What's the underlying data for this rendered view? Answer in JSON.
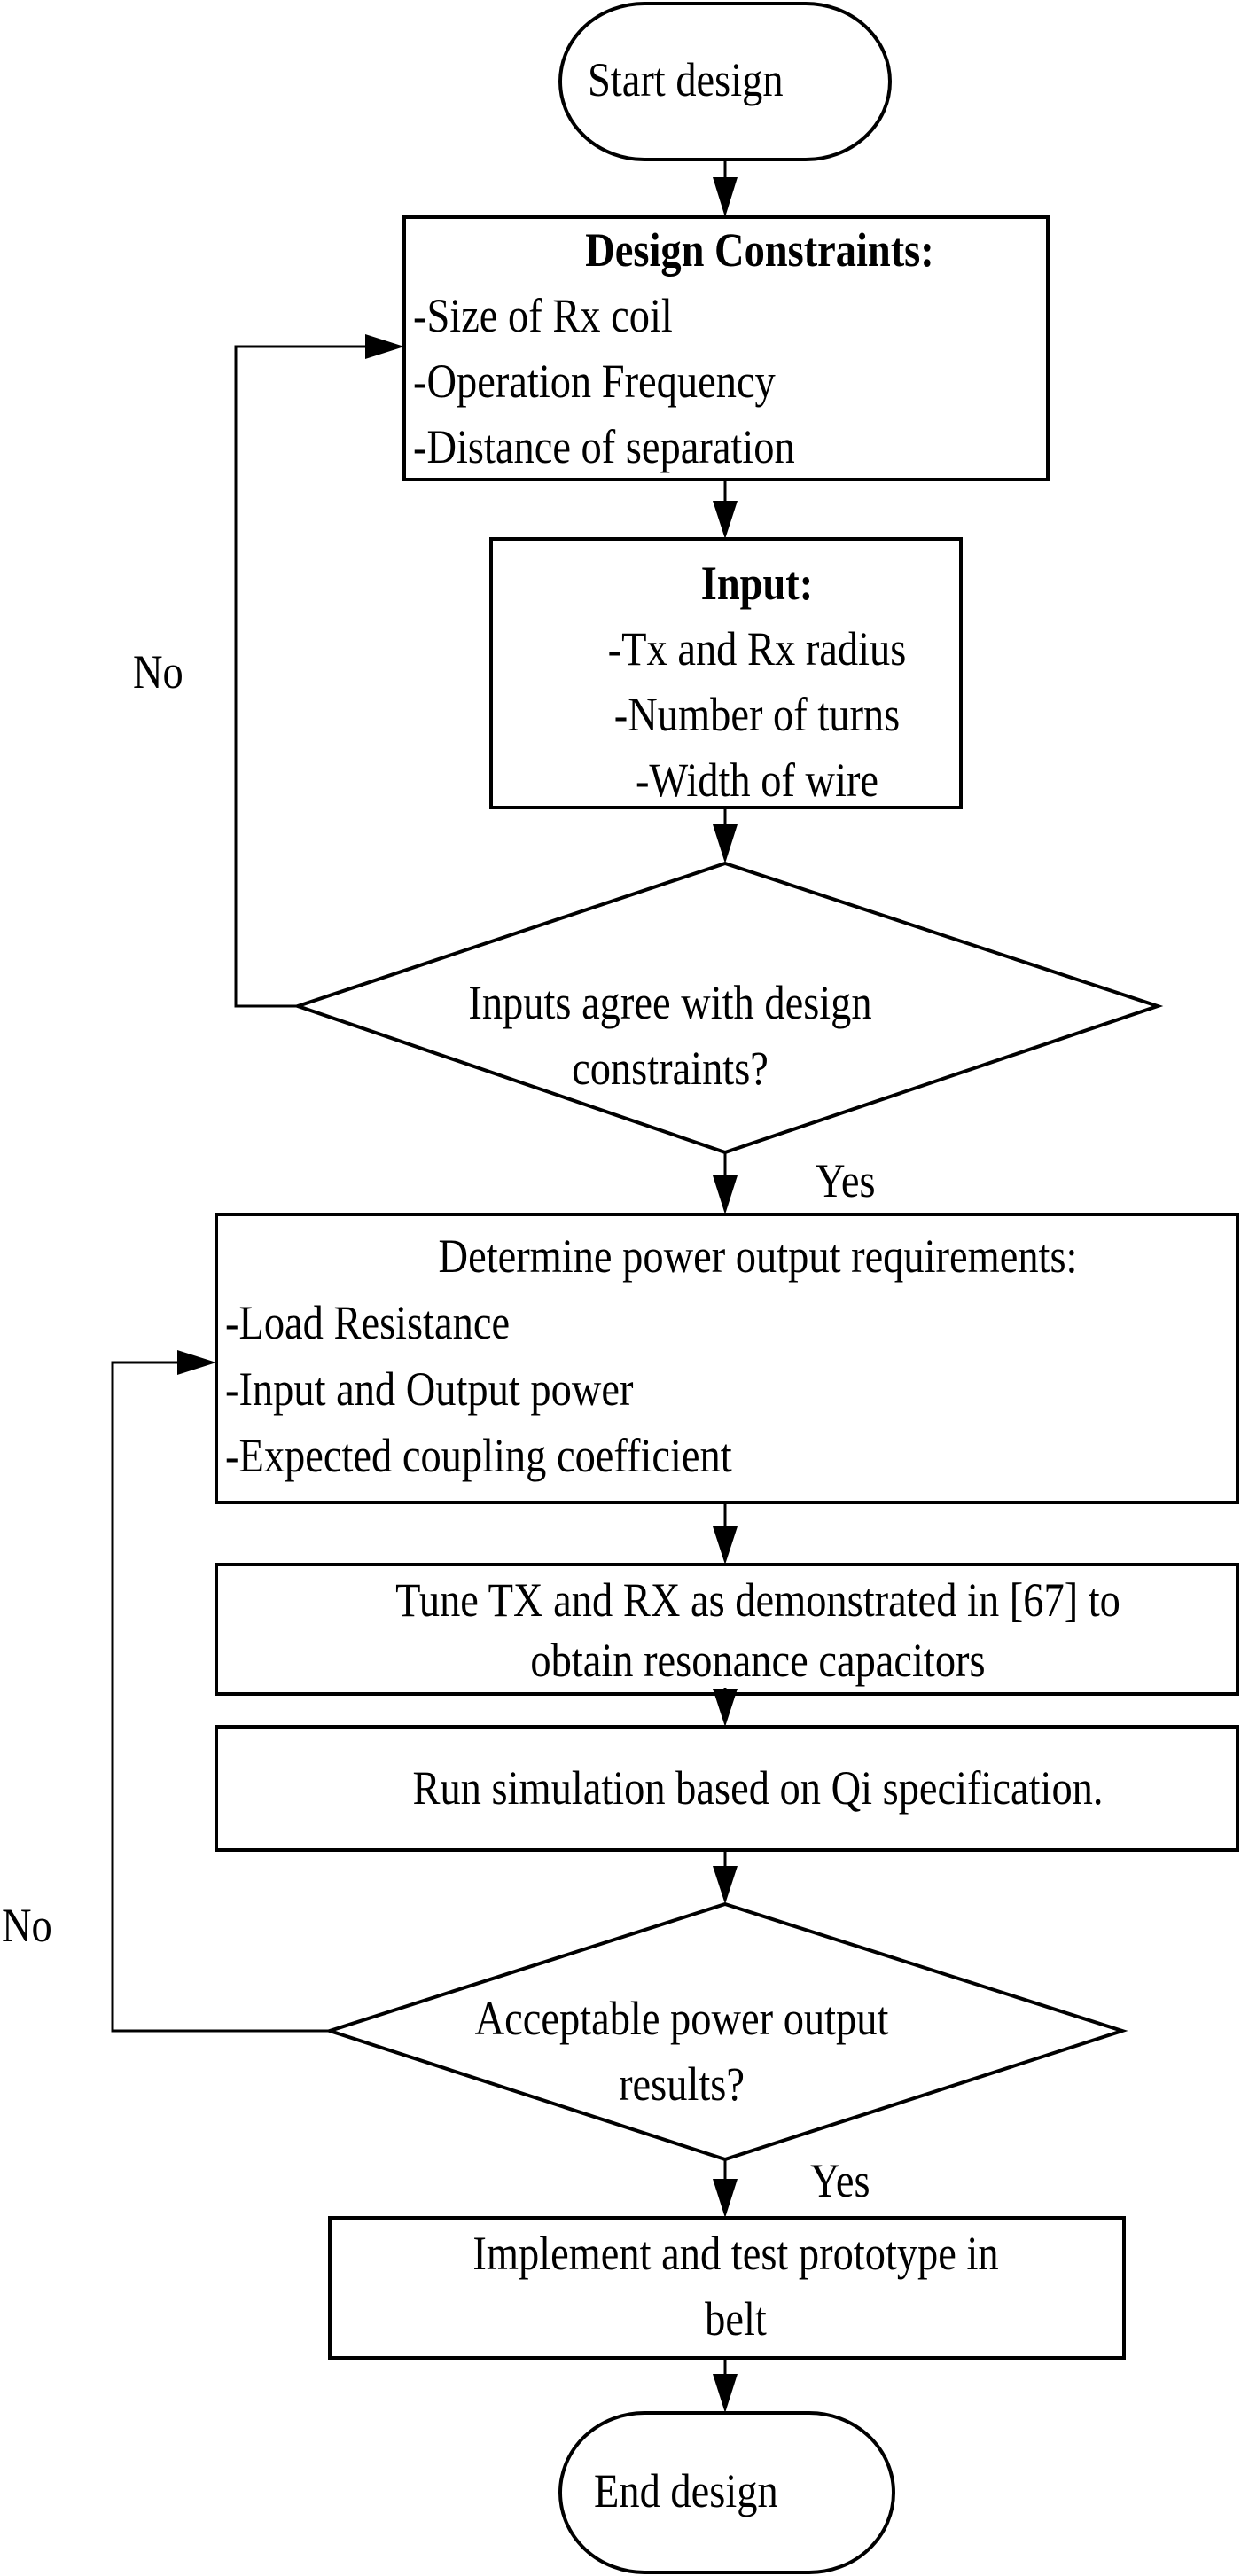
{
  "nodes": {
    "start": {
      "label": "Start  design"
    },
    "constraints": {
      "title": "Design Constraints:",
      "items": [
        "-Size of Rx coil",
        "-Operation Frequency",
        "-Distance of separation"
      ]
    },
    "input": {
      "title": "Input:",
      "items": [
        "-Tx and Rx radius",
        "-Number of turns",
        "-Width of wire"
      ]
    },
    "decision1": {
      "lines": [
        "Inputs agree with design",
        "constraints?"
      ]
    },
    "power_requirements": {
      "title": "Determine power output requirements:",
      "items": [
        "-Load Resistance",
        "-Input and Output power",
        "-Expected coupling coefficient"
      ]
    },
    "tune": {
      "lines": [
        "Tune TX and RX as demonstrated in [67] to",
        "obtain resonance capacitors"
      ]
    },
    "simulate": {
      "label": "Run simulation based on Qi specification."
    },
    "decision2": {
      "lines": [
        "Acceptable power output",
        "results?"
      ]
    },
    "implement": {
      "lines": [
        "Implement and test prototype in",
        "belt"
      ]
    },
    "end": {
      "label": "End  design"
    }
  },
  "edge_labels": {
    "decision1_no": "No",
    "decision1_yes": "Yes",
    "decision2_no": "No",
    "decision2_yes": "Yes"
  }
}
